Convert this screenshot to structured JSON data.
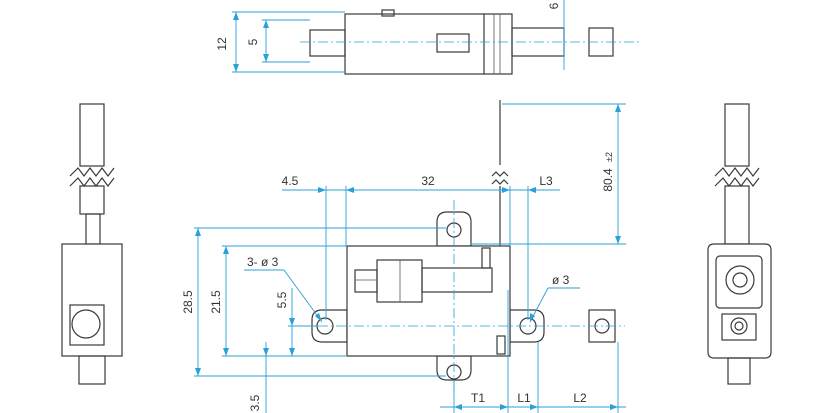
{
  "dimensions": {
    "top_height": "12",
    "top_shaft": "5",
    "top_small": "6",
    "length_overall": "80.4",
    "length_tol": "±2",
    "offset_left": "4.5",
    "center_span": "32",
    "l3": "L3",
    "height_outer": "28.5",
    "height_inner": "21.5",
    "hole_offset": "5.5",
    "holes_left": "3- ø 3",
    "hole_right": "ø 3",
    "bottom_offset": "3.5",
    "t1": "T1",
    "l1": "L1",
    "l2": "L2"
  },
  "colors": {
    "outline": "#3a3a3a",
    "dimension": "#2aa0d8"
  }
}
